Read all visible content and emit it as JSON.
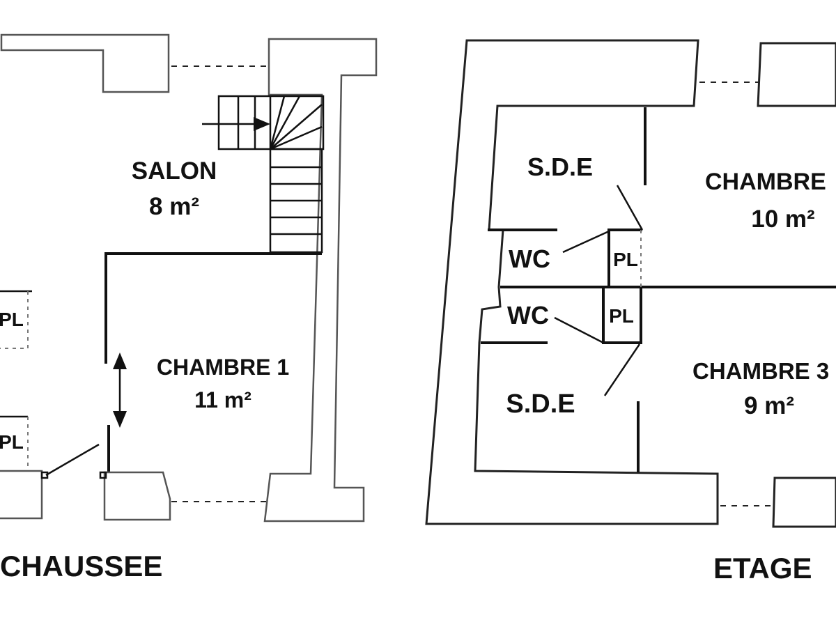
{
  "ground_floor": {
    "title": "CHAUSSEE",
    "salon": {
      "name": "SALON",
      "area": "8 m²"
    },
    "chambre1": {
      "name": "CHAMBRE 1",
      "area": "11 m²"
    },
    "closet_label": "PL"
  },
  "upper_floor": {
    "title": "ETAGE",
    "sde": "S.D.E",
    "wc": "WC",
    "closet_label": "PL",
    "chambre2": {
      "name": "CHAMBRE",
      "area": "10 m²"
    },
    "chambre3": {
      "name": "CHAMBRE 3",
      "area": "9 m²"
    }
  }
}
